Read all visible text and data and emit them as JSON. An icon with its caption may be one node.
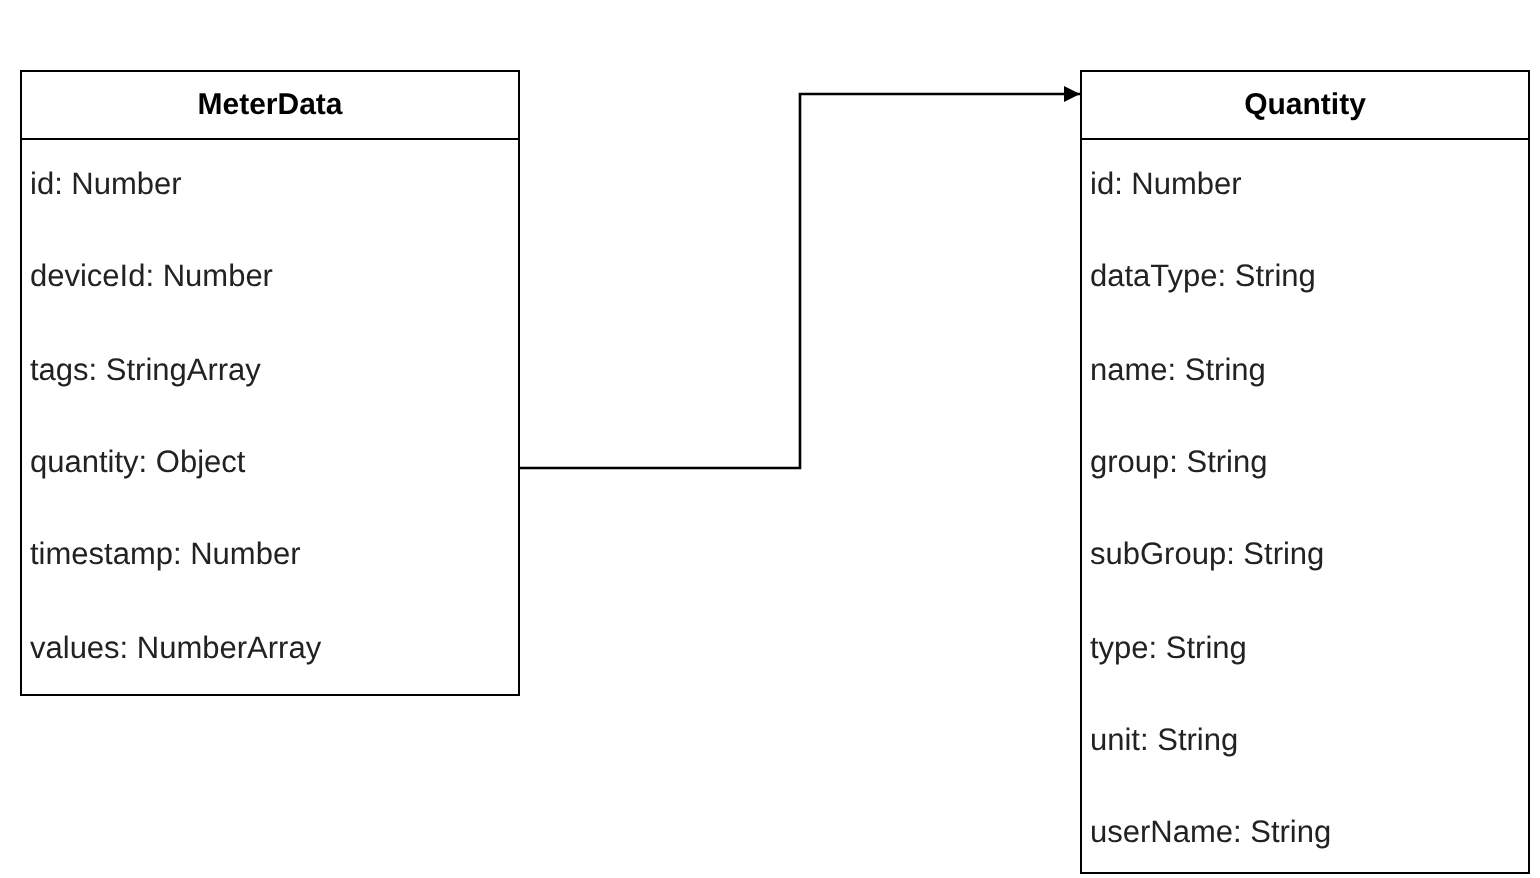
{
  "diagram": {
    "nodes": [
      {
        "text": [
          "MeterData"
        ]
      },
      {
        "text": [
          "id: Number"
        ],
        "in": 0
      },
      {
        "text": [
          "deviceId: Number"
        ],
        "in": 0
      },
      {
        "text": [
          "tags: StringArray"
        ],
        "in": 0
      },
      {
        "text": [
          "quantity: Object"
        ],
        "in": 0
      },
      {
        "text": [
          "timestamp: Number"
        ],
        "in": 0
      },
      {
        "text": [
          "values: NumberArray"
        ],
        "in": 0
      },
      {
        "text": [
          "Quantity"
        ]
      },
      {
        "text": [
          "id: Number"
        ],
        "in": 7
      },
      {
        "text": [
          "dataType: String"
        ],
        "in": 7
      },
      {
        "text": [
          "name: String"
        ],
        "in": 7
      },
      {
        "text": [
          "group: String"
        ],
        "in": 7
      },
      {
        "text": [
          "subGroup: String"
        ],
        "in": 7
      },
      {
        "text": [
          "type: String"
        ],
        "in": 7
      },
      {
        "text": [
          "unit: String"
        ],
        "in": 7
      },
      {
        "text": [
          "userName: String"
        ],
        "in": 7
      }
    ],
    "edges": [
      {
        "from": 0,
        "to": 7,
        "arrow": "to"
      }
    ]
  }
}
